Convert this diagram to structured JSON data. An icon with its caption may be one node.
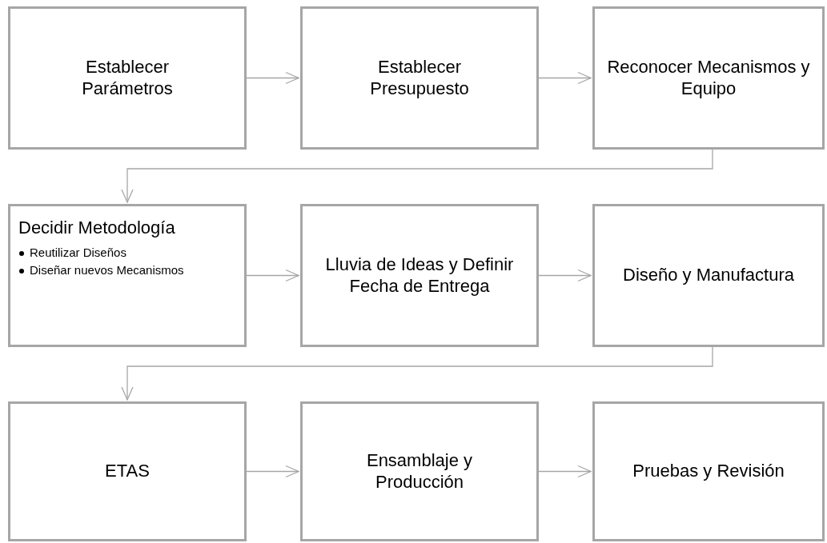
{
  "diagram": {
    "nodes": [
      {
        "text": [
          "Establecer Parámetros"
        ]
      },
      {
        "text": [
          "Establecer Presupuesto"
        ]
      },
      {
        "text": [
          "Reconocer Mecanismos y Equipo"
        ]
      },
      {
        "text": [
          "Decidir Metodología",
          "Reutilizar Diseños",
          "Diseñar nuevos Mecanismos"
        ]
      },
      {
        "text": [
          "Lluvia de Ideas y Definir Fecha de Entrega"
        ]
      },
      {
        "text": [
          "Diseño y Manufactura"
        ]
      },
      {
        "text": [
          "ETAS"
        ]
      },
      {
        "text": [
          "Ensamblaje y Producción"
        ]
      },
      {
        "text": [
          "Pruebas y Revisión"
        ]
      }
    ],
    "edges": [
      {
        "from": 0,
        "to": 1,
        "arrow": "to"
      },
      {
        "from": 1,
        "to": 2,
        "arrow": "to"
      },
      {
        "from": 2,
        "to": 3,
        "arrow": "to"
      },
      {
        "from": 3,
        "to": 4,
        "arrow": "to"
      },
      {
        "from": 4,
        "to": 5,
        "arrow": "to"
      },
      {
        "from": 5,
        "to": 6,
        "arrow": "to"
      },
      {
        "from": 6,
        "to": 7,
        "arrow": "to"
      },
      {
        "from": 7,
        "to": 8,
        "arrow": "to"
      }
    ]
  }
}
